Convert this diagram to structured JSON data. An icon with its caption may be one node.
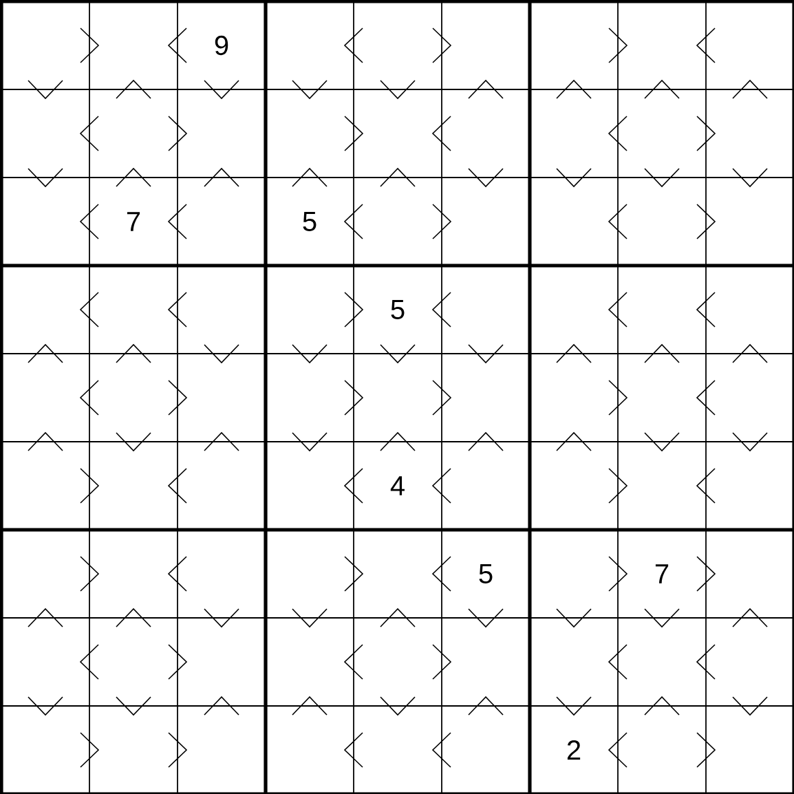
{
  "diagram": {
    "labels": [
      "9",
      "7",
      "5",
      "5",
      "4",
      "5",
      "7",
      "2"
    ]
  }
}
